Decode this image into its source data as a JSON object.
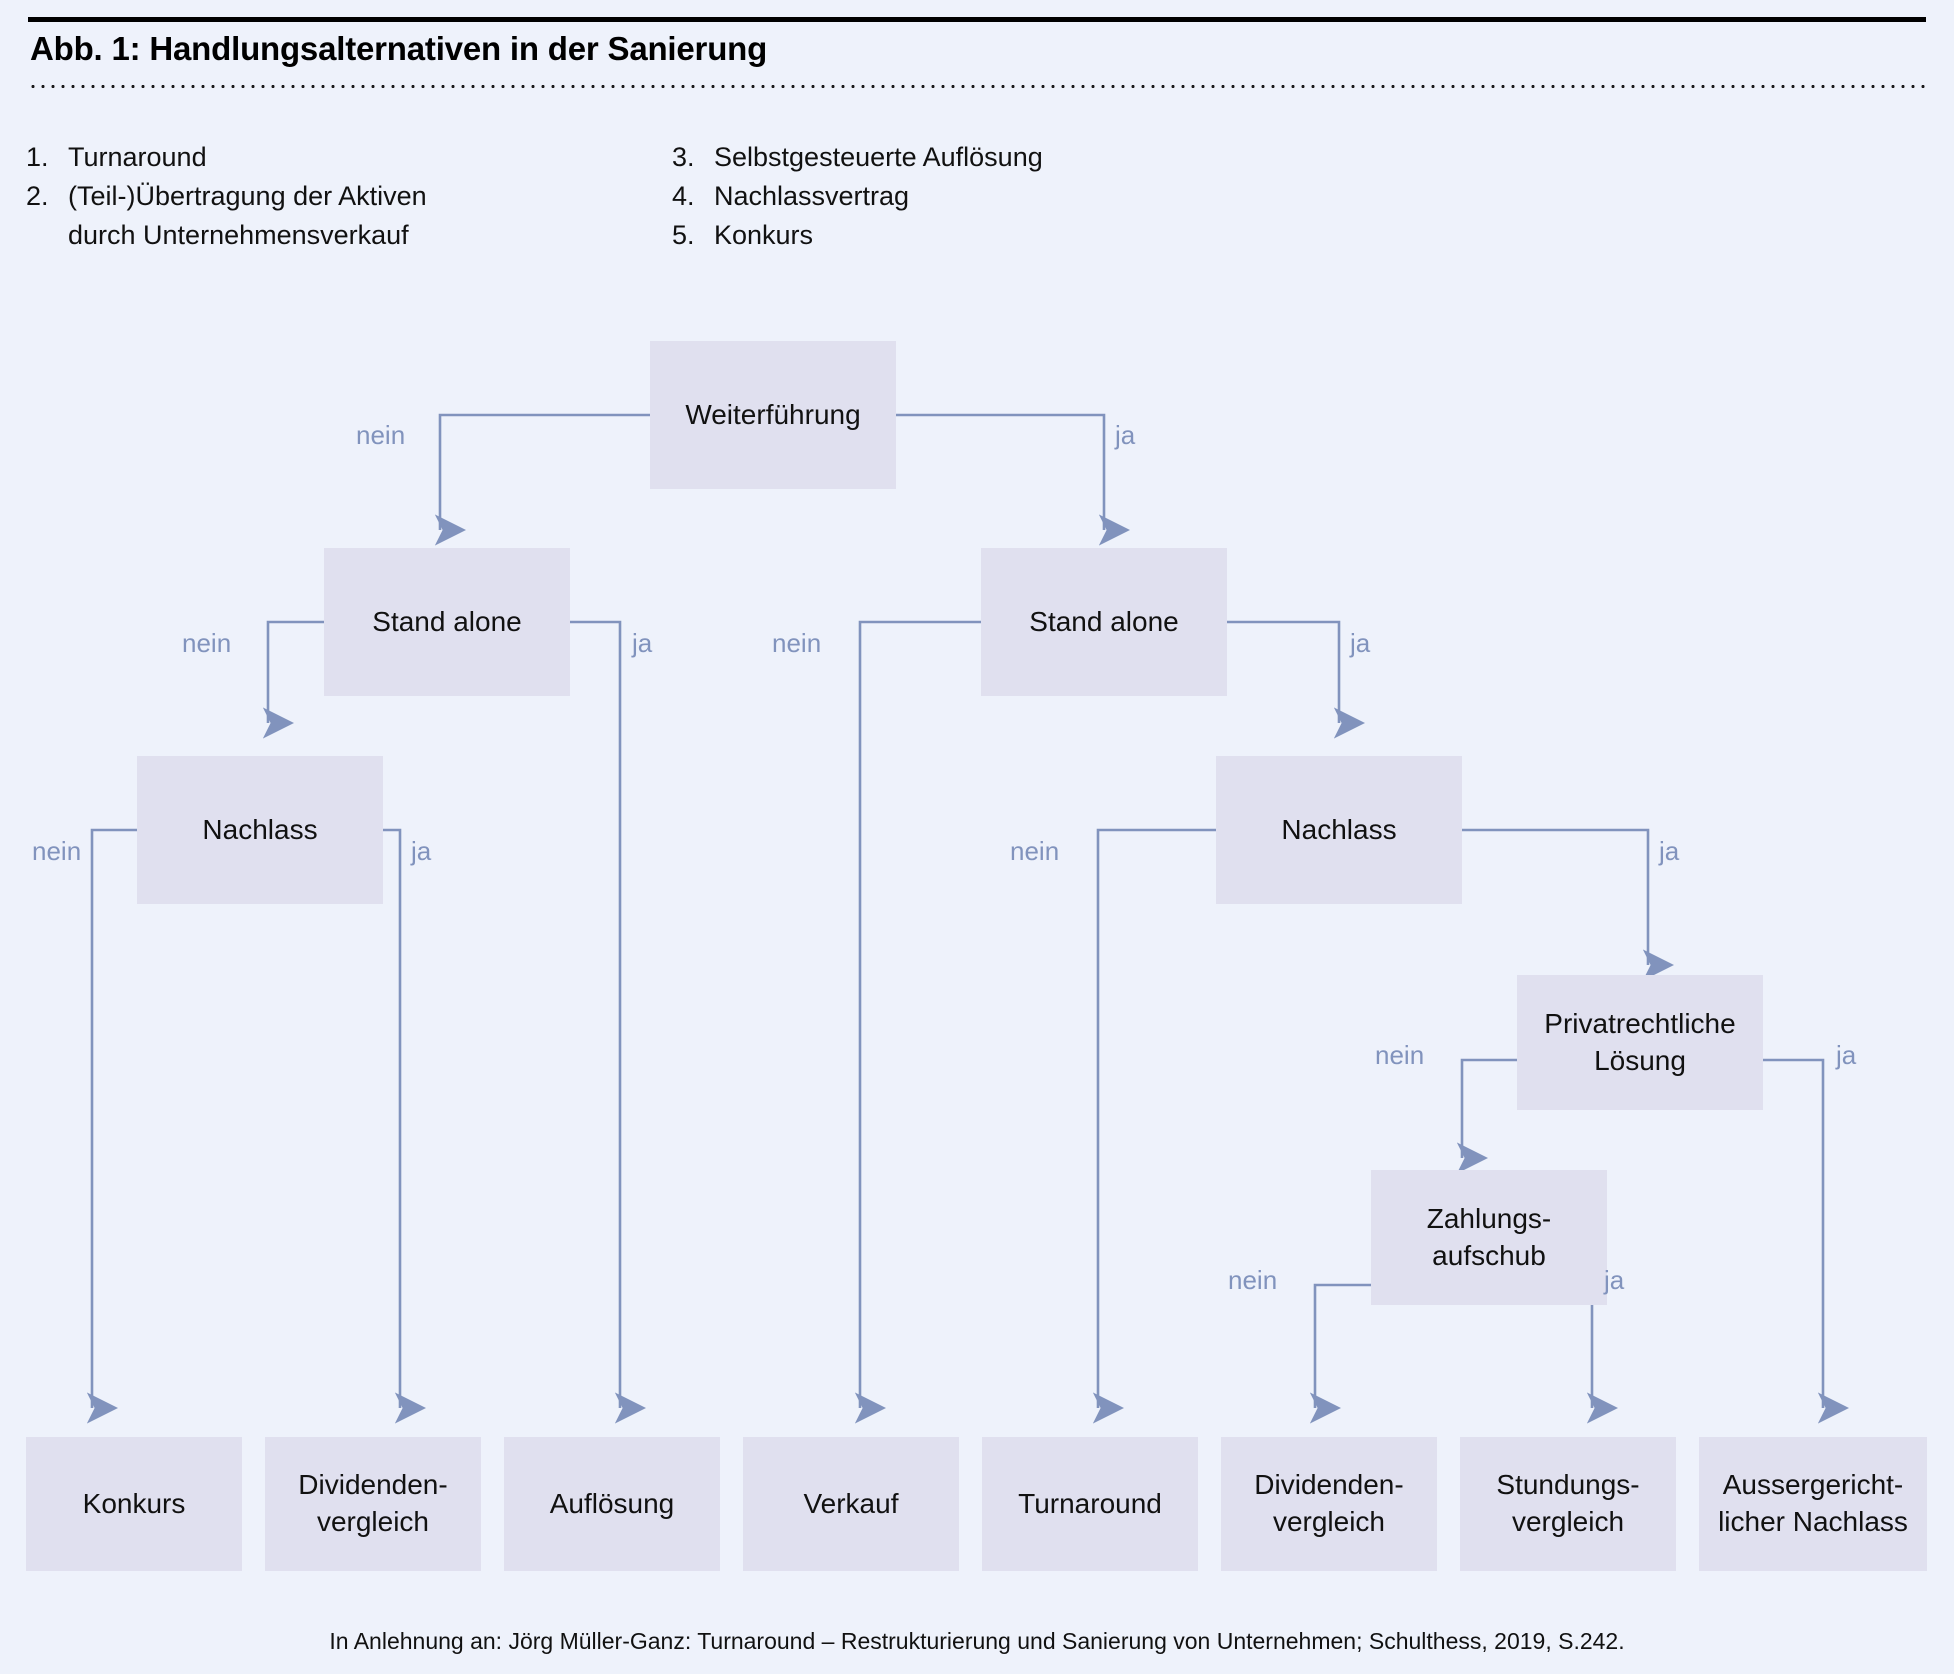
{
  "figure": {
    "title": "Abb. 1: Handlungsalternativen in der Sanierung",
    "source": "In Anlehnung an: Jörg Müller-Ganz: Turnaround – Restrukturierung und Sanierung von Unternehmen; Schulthess, 2019, S.242."
  },
  "legend": {
    "left": [
      {
        "num": "1.",
        "text": "Turnaround"
      },
      {
        "num": "2.",
        "text": "(Teil-)Übertragung der Aktiven\ndurch Unternehmensverkauf"
      }
    ],
    "right": [
      {
        "num": "3.",
        "text": "Selbstgesteuerte Auflösung"
      },
      {
        "num": "4.",
        "text": "Nachlassvertrag"
      },
      {
        "num": "5.",
        "text": "Konkurs"
      }
    ]
  },
  "colors": {
    "page_background": "#eef2fb",
    "node_fill": "#e0e0ef",
    "connector": "#8193bd",
    "label_text": "#8193bd",
    "body_text": "#111111"
  },
  "diagram": {
    "type": "decision-tree",
    "decision_nodes": [
      {
        "id": "weiterfuehrung",
        "label": "Weiterführung"
      },
      {
        "id": "stand-alone-left",
        "label": "Stand alone"
      },
      {
        "id": "stand-alone-right",
        "label": "Stand alone"
      },
      {
        "id": "nachlass-left",
        "label": "Nachlass"
      },
      {
        "id": "nachlass-right",
        "label": "Nachlass"
      },
      {
        "id": "privatrechtliche-loesung",
        "label": "Privatrechtliche\nLösung"
      },
      {
        "id": "zahlungsaufschub",
        "label": "Zahlungs-\naufschub"
      }
    ],
    "outcome_nodes": [
      {
        "id": "konkurs",
        "label": "Konkurs"
      },
      {
        "id": "dividendenvergleich-1",
        "label": "Dividenden-\nvergleich"
      },
      {
        "id": "aufloesung",
        "label": "Auflösung"
      },
      {
        "id": "verkauf",
        "label": "Verkauf"
      },
      {
        "id": "turnaround",
        "label": "Turnaround"
      },
      {
        "id": "dividendenvergleich-2",
        "label": "Dividenden-\nvergleich"
      },
      {
        "id": "stundungsvergleich",
        "label": "Stundungs-\nvergleich"
      },
      {
        "id": "aussergerichtlicher-nachlass",
        "label": "Aussergericht-\nlicher Nachlass"
      }
    ],
    "edge_labels": {
      "nein": "nein",
      "ja": "ja"
    },
    "edges": [
      {
        "from": "weiterfuehrung",
        "answer": "nein",
        "to": "stand-alone-left"
      },
      {
        "from": "weiterfuehrung",
        "answer": "ja",
        "to": "stand-alone-right"
      },
      {
        "from": "stand-alone-left",
        "answer": "nein",
        "to": "nachlass-left"
      },
      {
        "from": "stand-alone-left",
        "answer": "ja",
        "to": "aufloesung"
      },
      {
        "from": "nachlass-left",
        "answer": "nein",
        "to": "konkurs"
      },
      {
        "from": "nachlass-left",
        "answer": "ja",
        "to": "dividendenvergleich-1"
      },
      {
        "from": "stand-alone-right",
        "answer": "nein",
        "to": "verkauf"
      },
      {
        "from": "stand-alone-right",
        "answer": "ja",
        "to": "nachlass-right"
      },
      {
        "from": "nachlass-right",
        "answer": "nein",
        "to": "turnaround"
      },
      {
        "from": "nachlass-right",
        "answer": "ja",
        "to": "privatrechtliche-loesung"
      },
      {
        "from": "privatrechtliche-loesung",
        "answer": "nein",
        "to": "zahlungsaufschub"
      },
      {
        "from": "privatrechtliche-loesung",
        "answer": "ja",
        "to": "aussergerichtlicher-nachlass"
      },
      {
        "from": "zahlungsaufschub",
        "answer": "nein",
        "to": "dividendenvergleich-2"
      },
      {
        "from": "zahlungsaufschub",
        "answer": "ja",
        "to": "stundungsvergleich"
      }
    ]
  }
}
